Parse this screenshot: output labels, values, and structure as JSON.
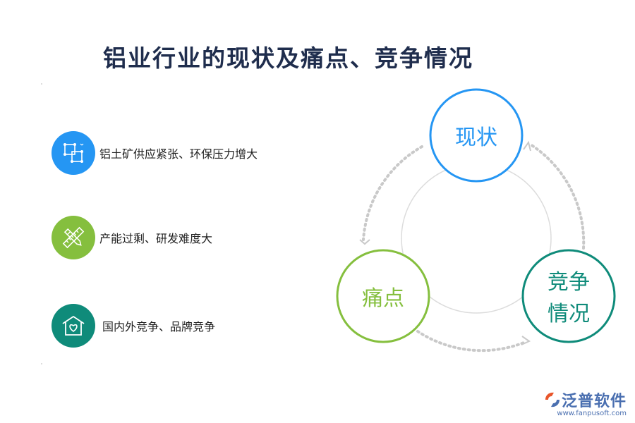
{
  "title": "铝业行业的现状及痛点、竞争情况",
  "items": [
    {
      "label": "铝土矿供应紧张、环保压力增大",
      "icon": "structure-icon",
      "color": "#2596f3"
    },
    {
      "label": "产能过剩、研发难度大",
      "icon": "pencil-ruler-icon",
      "color": "#85bf3e"
    },
    {
      "label": "国内外竞争、品牌竞争",
      "icon": "house-heart-icon",
      "color": "#0f8b7a"
    }
  ],
  "cycle": {
    "nodes": [
      {
        "label_line1": "现状",
        "label_line2": "",
        "color": "#2596f3"
      },
      {
        "label_line1": "痛点",
        "label_line2": "",
        "color": "#85bf3e"
      },
      {
        "label_line1": "竞争",
        "label_line2": "情况",
        "color": "#0f8b7a"
      }
    ]
  },
  "logo": {
    "name": "泛普软件",
    "url": "www.fanpusoft.com"
  }
}
